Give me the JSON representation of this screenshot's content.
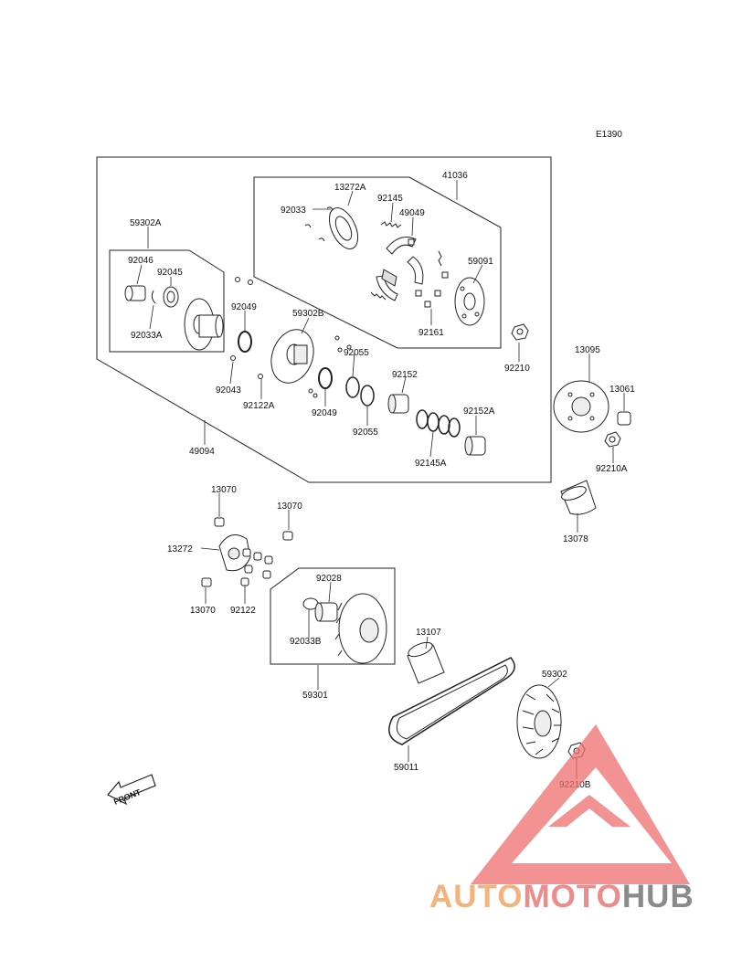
{
  "diagram": {
    "code": "E1390",
    "front_label": "FRONT",
    "parts": [
      {
        "id": "p-41036",
        "label": "41036"
      },
      {
        "id": "p-13272a",
        "label": "13272A"
      },
      {
        "id": "p-92145-top",
        "label": "92145"
      },
      {
        "id": "p-92033",
        "label": "92033"
      },
      {
        "id": "p-49049",
        "label": "49049"
      },
      {
        "id": "p-59091",
        "label": "59091"
      },
      {
        "id": "p-92161",
        "label": "92161"
      },
      {
        "id": "p-92210",
        "label": "92210"
      },
      {
        "id": "p-59302a",
        "label": "59302A"
      },
      {
        "id": "p-92046",
        "label": "92046"
      },
      {
        "id": "p-92045",
        "label": "92045"
      },
      {
        "id": "p-92033a",
        "label": "92033A"
      },
      {
        "id": "p-92049-a",
        "label": "92049"
      },
      {
        "id": "p-59302b",
        "label": "59302B"
      },
      {
        "id": "p-92055-a",
        "label": "92055"
      },
      {
        "id": "p-92152",
        "label": "92152"
      },
      {
        "id": "p-92043",
        "label": "92043"
      },
      {
        "id": "p-92122a",
        "label": "92122A"
      },
      {
        "id": "p-92049-b",
        "label": "92049"
      },
      {
        "id": "p-92055-b",
        "label": "92055"
      },
      {
        "id": "p-92152a",
        "label": "92152A"
      },
      {
        "id": "p-92145a",
        "label": "92145A"
      },
      {
        "id": "p-49094",
        "label": "49094"
      },
      {
        "id": "p-13095",
        "label": "13095"
      },
      {
        "id": "p-13061",
        "label": "13061"
      },
      {
        "id": "p-92210a",
        "label": "92210A"
      },
      {
        "id": "p-13078",
        "label": "13078"
      },
      {
        "id": "p-13070-a",
        "label": "13070"
      },
      {
        "id": "p-13070-b",
        "label": "13070"
      },
      {
        "id": "p-13272",
        "label": "13272"
      },
      {
        "id": "p-13070-c",
        "label": "13070"
      },
      {
        "id": "p-92122",
        "label": "92122"
      },
      {
        "id": "p-92028",
        "label": "92028"
      },
      {
        "id": "p-92033b",
        "label": "92033B"
      },
      {
        "id": "p-59301",
        "label": "59301"
      },
      {
        "id": "p-13107",
        "label": "13107"
      },
      {
        "id": "p-59011",
        "label": "59011"
      },
      {
        "id": "p-59302",
        "label": "59302"
      },
      {
        "id": "p-92210b",
        "label": "92210B"
      }
    ]
  },
  "watermark": {
    "part1": "AUTO",
    "part2": "MOTO",
    "part3": "HUB"
  },
  "colors": {
    "line": "#1a1a1a",
    "watermark_red": "#ee6e6e",
    "watermark_orange": "#f3b27e",
    "watermark_gray": "#8a8a8a"
  }
}
